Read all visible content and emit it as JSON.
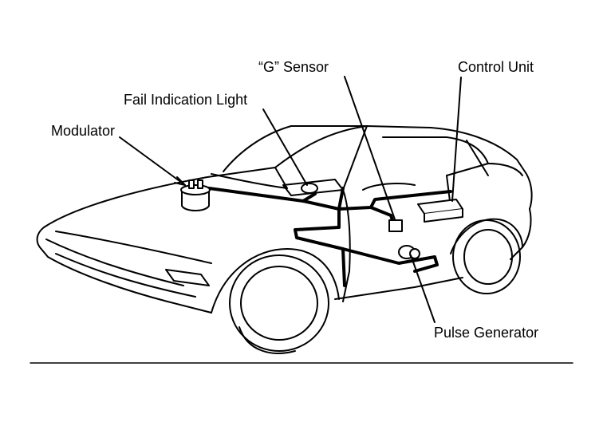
{
  "labels": {
    "modulator": "Modulator",
    "fail_indication_light": "Fail Indication Light",
    "g_sensor": "“G” Sensor",
    "control_unit": "Control Unit",
    "pulse_generator": "Pulse Generator"
  },
  "colors": {
    "ink": "#000000",
    "paper": "#ffffff"
  }
}
